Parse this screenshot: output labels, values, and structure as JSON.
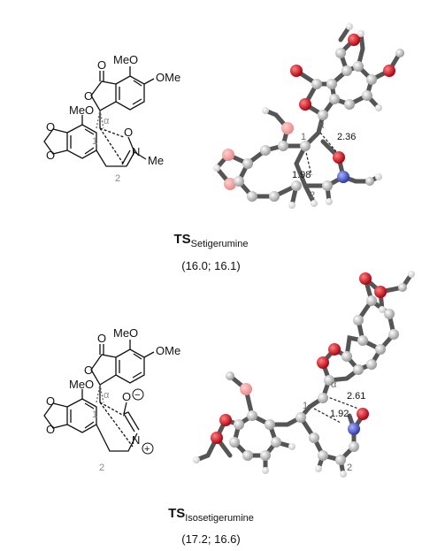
{
  "structures": [
    {
      "groups": {
        "ome_top": "MeO",
        "ome_right": "OMe",
        "ome_left": "MeO",
        "methyl": "Me"
      },
      "atoms": {
        "n": "N",
        "o": "O"
      },
      "locants": {
        "alpha": "α",
        "c1": "1",
        "c2": "2"
      },
      "distances": {
        "d1": "2.36",
        "d2": "1.98"
      },
      "caption": {
        "ts": "TS",
        "subscript": "Setigerumine",
        "energies": "(16.0; 16.1)"
      }
    },
    {
      "groups": {
        "ome_top": "MeO",
        "ome_right": "OMe",
        "ome_left": "MeO"
      },
      "atoms": {
        "n": "N",
        "o": "O"
      },
      "charges": {
        "minus": "−",
        "plus": "+"
      },
      "locants": {
        "alpha": "α",
        "c1": "1",
        "c2": "2"
      },
      "distances": {
        "d1": "2.61",
        "d2": "1.92"
      },
      "caption": {
        "ts": "TS",
        "subscript": "Isosetigerumine",
        "energies": "(17.2; 16.6)"
      }
    }
  ],
  "colors": {
    "bond": "#111111",
    "carbon": "#bdbdbd",
    "oxygen": "#d0021b",
    "nitrogen": "#4a5bd4",
    "hydrogen": "#e6e6e6",
    "faded_oxygen": "#f0a0a0",
    "locant": "#888888"
  }
}
